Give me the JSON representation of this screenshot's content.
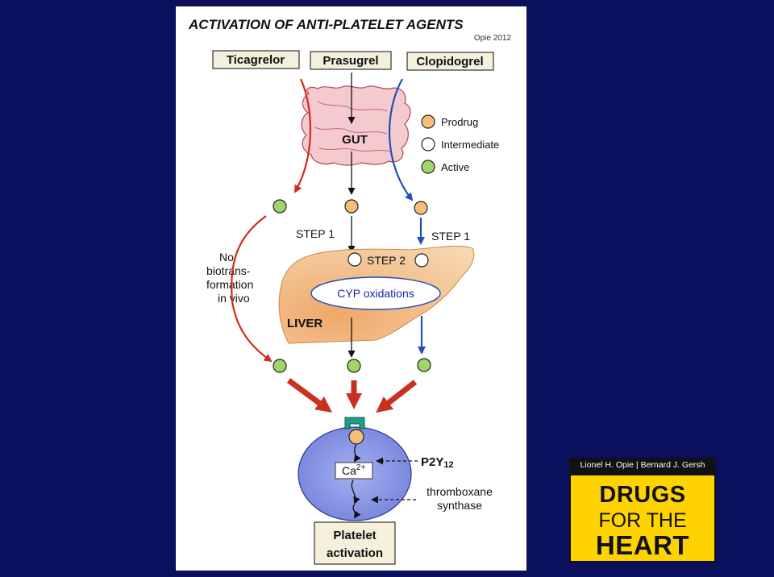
{
  "figure": {
    "title": "ACTIVATION OF ANTI-PLATELET AGENTS",
    "credit": "Opie 2012",
    "drugs": [
      "Ticagrelor",
      "Prasugrel",
      "Clopidogrel"
    ],
    "gut_label": "GUT",
    "legend": [
      {
        "label": "Prodrug",
        "color": "#f3c07a"
      },
      {
        "label": "Intermediate",
        "color": "#ffffff"
      },
      {
        "label": "Active",
        "color": "#9fd56b"
      }
    ],
    "step1_left": "STEP 1",
    "step1_right": "STEP 1",
    "step2": "STEP 2",
    "no_biotrans_lines": [
      "No",
      "biotrans-",
      "formation",
      "in vivo"
    ],
    "cyp_label": "CYP oxidations",
    "liver_label": "LIVER",
    "receptor_main": "P2Y",
    "receptor_sub": "12",
    "calcium_main": "Ca",
    "calcium_sup": "2+",
    "thromboxane_lines": [
      "thromboxane",
      "synthase"
    ],
    "platelet_lines": [
      "Platelet",
      "activation"
    ]
  },
  "book": {
    "authors": "Lionel H. Opie | Bernard J. Gersh",
    "title_lines": [
      "DRUGS",
      "FOR THE",
      "HEART"
    ]
  },
  "colors": {
    "background": "#0a0f5e",
    "red_arrow": "#d22a1e",
    "blue_arrow": "#1f4fb8",
    "liver": "#f2c28e",
    "gut": "#f4c9cf",
    "platelet": "#8b98e6",
    "receptor": "#1f9c8a",
    "book_yellow": "#ffd300"
  }
}
